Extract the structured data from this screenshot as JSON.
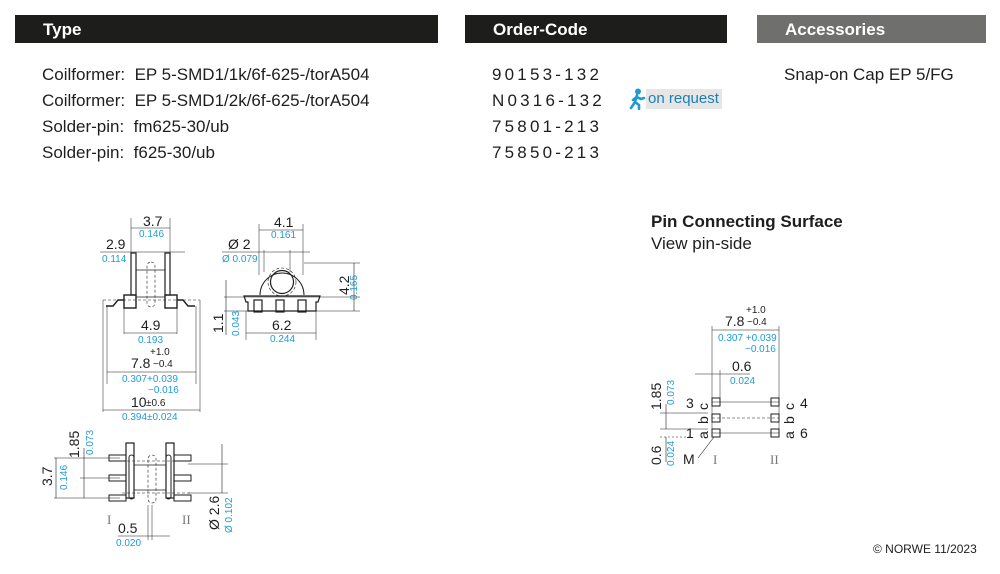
{
  "headers": {
    "type": "Type",
    "order_code": "Order-Code",
    "accessories": "Accessories"
  },
  "items": [
    {
      "label": "Coilformer:",
      "value": "EP 5-SMD1/1k/6f-625-/torA504",
      "order_code": "90153-132"
    },
    {
      "label": "Coilformer:",
      "value": "EP 5-SMD1/2k/6f-625-/torA504",
      "order_code": "N0316-132",
      "badge": "on request",
      "badge_icon": "walking-person-icon"
    },
    {
      "label": "Solder-pin:",
      "value": "fm625-30/ub",
      "order_code": "75801-213"
    },
    {
      "label": "Solder-pin:",
      "value": "f625-30/ub",
      "order_code": "75850-213"
    }
  ],
  "accessories": [
    "Snap-on Cap EP 5/FG"
  ],
  "colors": {
    "header_dark": "#1d1d1b",
    "header_grey": "#6f6f6e",
    "inch_dim": "#1e9bd7",
    "badge_text": "#1b7fb5"
  },
  "front_view": {
    "w_top_mm": "3.7",
    "w_top_in": "0.146",
    "h_mm": "2.9",
    "h_in": "0.114",
    "w_inner_mm": "4.9",
    "w_inner_in": "0.193",
    "w_pins_mm": "7.8",
    "w_pins_tol_plus": "+1.0",
    "w_pins_tol_minus": "−0.4",
    "w_pins_in": "0.307+0.039",
    "w_pins_in_minus": "−0.016",
    "w_total_mm": "10",
    "w_total_tol": "±0.6",
    "w_total_in": "0.394±0.024"
  },
  "side_view": {
    "w_top_mm": "4.1",
    "w_top_in": "0.161",
    "dia_mm": "Ø 2",
    "dia_in": "Ø 0.079",
    "h_mm": "4.2",
    "h_in": "0.165",
    "base_h_mm": "1.1",
    "base_h_in": "0.043",
    "w_base_mm": "6.2",
    "w_base_in": "0.244"
  },
  "top_view": {
    "pitch_mm": "1.85",
    "pitch_in": "0.073",
    "span_mm": "3.7",
    "span_in": "0.146",
    "offset_mm": "0.5",
    "offset_in": "0.020",
    "dia_mm": "Ø 2.6",
    "dia_in": "Ø 0.102",
    "side_1": "I",
    "side_2": "II"
  },
  "pin_surface": {
    "title": "Pin Connecting Surface",
    "subtitle": "View pin-side",
    "span_mm": "7.8",
    "span_tol_plus": "+1.0",
    "span_tol_minus": "−0.4",
    "span_in": "0.307 +0.039",
    "span_in_minus": "−0.016",
    "pad_mm": "0.6",
    "pad_in": "0.024",
    "pitch_mm": "1.85",
    "pitch_in": "0.073",
    "edge_mm": "0.6",
    "edge_in": "0.024",
    "pins_left": [
      "3",
      "1"
    ],
    "pins_right": [
      "4",
      "6"
    ],
    "rows": [
      "c",
      "b",
      "a"
    ],
    "marker": "M",
    "side_1": "I",
    "side_2": "II"
  },
  "copyright": "© NORWE 11/2023"
}
